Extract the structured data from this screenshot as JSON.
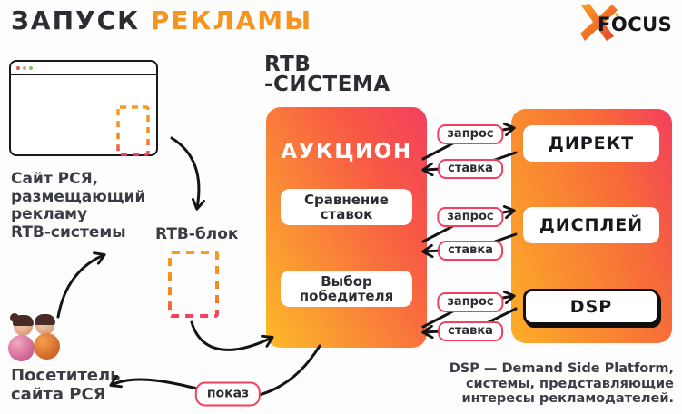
{
  "header": {
    "title": {
      "black": "ЗАПУСК",
      "orange": "РЕКЛАМЫ"
    },
    "logo": {
      "text": "FOCUS"
    }
  },
  "publisher": {
    "site_caption": "Сайт РСЯ,\nразмещающий\nрекламу\nRTB-системы",
    "rtb_block_label": "RTB-блок"
  },
  "visitor": {
    "caption": "Посетитель\nсайта РСЯ"
  },
  "rtb_system": {
    "heading": "RTB\n-СИСТЕМА",
    "auction": "АУКЦИОН",
    "steps": [
      "Сравнение\nставок",
      "Выбор\nпобедителя"
    ]
  },
  "demand_panel": {
    "items": [
      "ДИРЕКТ",
      "ДИСПЛЕЙ",
      "DSP"
    ]
  },
  "flow": {
    "request": "запрос",
    "bid": "ставка",
    "impression": "показ"
  },
  "footnote": "DSP — Demand Side Platform,\nсистемы, представляющие\nинтересы рекламодателей.",
  "colors": {
    "accent_orange": "#f7941e",
    "gradient_start": "#fcbb28",
    "gradient_end": "#f43f5e",
    "label_border": "#f43f5e",
    "text_dark": "#2b2d33",
    "arrow": "#141414"
  }
}
